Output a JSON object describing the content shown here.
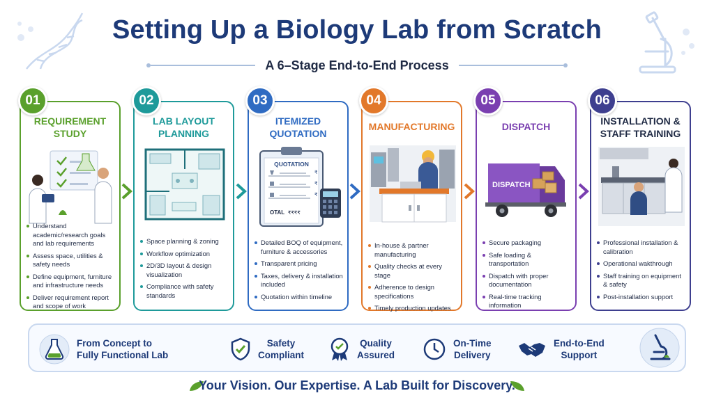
{
  "header": {
    "title": "Setting Up a Biology Lab from Scratch",
    "subtitle": "A 6–Stage End-to-End Process"
  },
  "stages": [
    {
      "number": "01",
      "title_line1": "REQUIREMENT",
      "title_line2": "STUDY",
      "color": "#5aa02c",
      "bullets": [
        "Understand academic/research goals and lab requirements",
        "Assess space, utilities & safety needs",
        "Define equipment, furniture and infrastructure needs",
        "Deliver requirement report and scope of work"
      ]
    },
    {
      "number": "02",
      "title_line1": "LAB LAYOUT",
      "title_line2": "PLANNING",
      "color": "#1e9a9a",
      "bullets": [
        "Space planning & zoning",
        "Workflow optimization",
        "2D/3D layout & design visualization",
        "Compliance with safety standards"
      ]
    },
    {
      "number": "03",
      "title_line1": "ITEMIZED",
      "title_line2": "QUOTATION",
      "color": "#2f6bc2",
      "quotation_heading": "QUOTATION",
      "quotation_total": "OTAL",
      "currency": "₹",
      "currency_total": "₹₹₹₹",
      "bullets": [
        "Detailed BOQ of equipment, furniture & accessories",
        "Transparent pricing",
        "Taxes, delivery & installation included",
        "Quotation within timeline"
      ]
    },
    {
      "number": "04",
      "title_line1": "MANUFACTURING",
      "title_line2": "",
      "color": "#e2782a",
      "bullets": [
        "In-house & partner manufacturing",
        "Quality checks at every stage",
        "Adherence to design specifications",
        "Timely production updates"
      ]
    },
    {
      "number": "05",
      "title_line1": "DISPATCH",
      "title_line2": "",
      "color": "#7a3fb0",
      "truck_label": "DISPATCH",
      "bullets": [
        "Secure packaging",
        "Safe loading & transportation",
        "Dispatch with proper documentation",
        "Real-time tracking information"
      ]
    },
    {
      "number": "06",
      "title_line1": "INSTALLATION &",
      "title_line2": "STAFF TRAINING",
      "color": "#3e3f8f",
      "bullets": [
        "Professional installation & calibration",
        "Operational wakthrough",
        "Staff training on equipment & safety",
        "Post-installation support"
      ]
    }
  ],
  "features": [
    {
      "line1": "From Concept to",
      "line2": "Fully Functional Lab",
      "icon": "flask-icon"
    },
    {
      "line1": "Safety",
      "line2": "Compliant",
      "icon": "shield-check-icon"
    },
    {
      "line1": "Quality",
      "line2": "Assured",
      "icon": "medal-icon"
    },
    {
      "line1": "On-Time",
      "line2": "Delivery",
      "icon": "clock-icon"
    },
    {
      "line1": "End-to-End",
      "line2": "Support",
      "icon": "handshake-icon"
    }
  ],
  "footer": {
    "tagline": "Your Vision. Our Expertise. A Lab Built for Discovery."
  }
}
